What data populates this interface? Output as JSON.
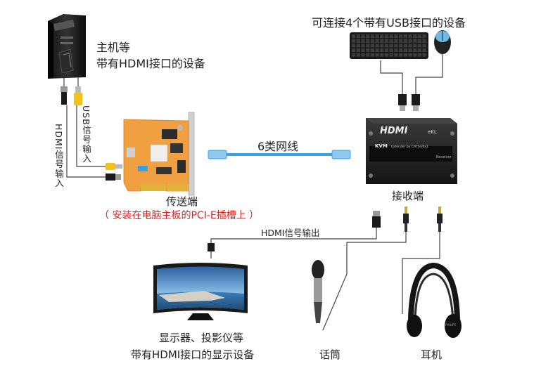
{
  "labels": {
    "host": [
      "主机等",
      "带有HDMI接口的设备"
    ],
    "usb_devices": "可连接4个带有USB接口的设备",
    "usb_signal_in": "USB信号输入",
    "hdmi_signal_in": "HDMI信号输入",
    "cable": "6类网线",
    "transmitter": "传送端",
    "transmitter_note": "（ 安装在电脑主板的PCI-E插槽上 ）",
    "receiver": "接收端",
    "hdmi_signal_out": "HDMI信号输出",
    "display": [
      "显示器、投影仪等",
      "带有HDMI接口的显示设备"
    ],
    "microphone": "话筒",
    "headphones": "耳机"
  },
  "device_markings": {
    "receiver_logo": "HDMI",
    "receiver_brand": "eKL",
    "receiver_model": "KVM",
    "receiver_desc": "Extender by CAT5e/6x1",
    "receiver_role": "Receiver",
    "headphone_brand": "PHILIPS"
  },
  "colors": {
    "text": "#222222",
    "note": "#e02020",
    "cable_blue": "#3aa0e0",
    "pcb_orange": "#f0a040"
  }
}
